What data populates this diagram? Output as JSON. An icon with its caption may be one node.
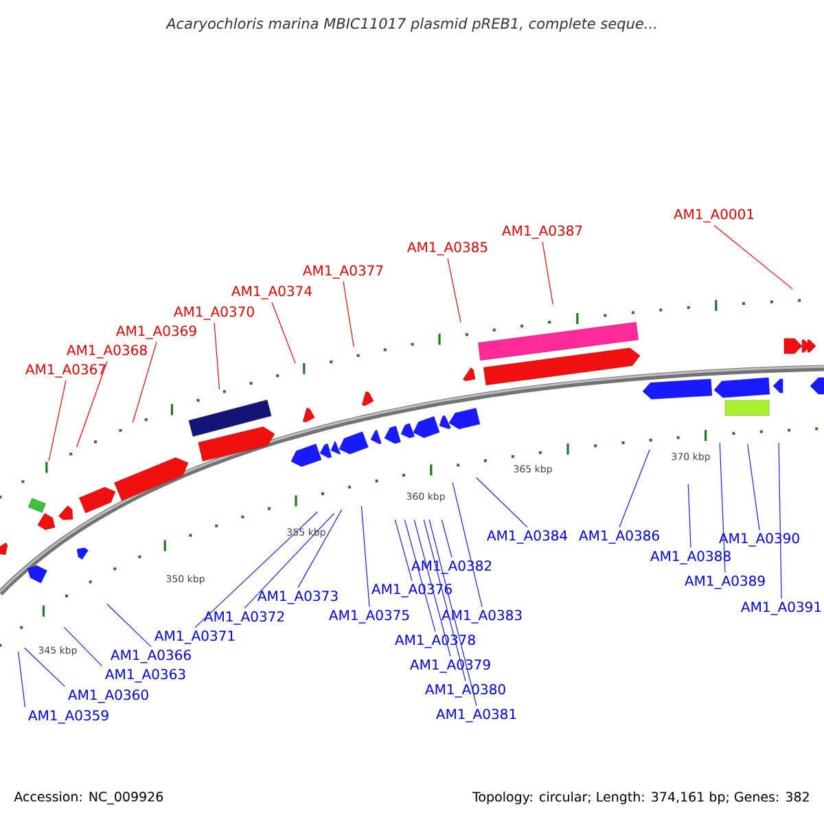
{
  "diagram": {
    "title": "Acaryochloris marina MBIC11017 plasmid pREB1, complete seque...",
    "nodes": [
      {
        "text": [
          "AM1_A0367"
        ]
      },
      {
        "text": [
          "AM1_A0368"
        ]
      },
      {
        "text": [
          "AM1_A0369"
        ]
      },
      {
        "text": [
          "AM1_A0370"
        ]
      },
      {
        "text": [
          "AM1_A0374"
        ]
      },
      {
        "text": [
          "AM1_A0377"
        ]
      },
      {
        "text": [
          "AM1_A0385"
        ]
      },
      {
        "text": [
          "AM1_A0387"
        ]
      },
      {
        "text": [
          "AM1_A0001"
        ]
      },
      {
        "text": [
          "AM1_A0359"
        ]
      },
      {
        "text": [
          "AM1_A0360"
        ]
      },
      {
        "text": [
          "AM1_A0363"
        ]
      },
      {
        "text": [
          "AM1_A0366"
        ]
      },
      {
        "text": [
          "AM1_A0371"
        ]
      },
      {
        "text": [
          "AM1_A0372"
        ]
      },
      {
        "text": [
          "AM1_A0373"
        ]
      },
      {
        "text": [
          "AM1_A0375"
        ]
      },
      {
        "text": [
          "AM1_A0376"
        ]
      },
      {
        "text": [
          "AM1_A0378"
        ]
      },
      {
        "text": [
          "AM1_A0379"
        ]
      },
      {
        "text": [
          "AM1_A0380"
        ]
      },
      {
        "text": [
          "AM1_A0381"
        ]
      },
      {
        "text": [
          "AM1_A0382"
        ]
      },
      {
        "text": [
          "AM1_A0383"
        ]
      },
      {
        "text": [
          "AM1_A0384"
        ]
      },
      {
        "text": [
          "AM1_A0386"
        ]
      },
      {
        "text": [
          "AM1_A0388"
        ]
      },
      {
        "text": [
          "AM1_A0389"
        ]
      },
      {
        "text": [
          "AM1_A0390"
        ]
      },
      {
        "text": [
          "AM1_A0391"
        ]
      }
    ],
    "edges": [
      {
        "from": 0,
        "to": null,
        "arrow": "none",
        "color": "#ff0000"
      },
      {
        "from": 1,
        "to": null,
        "arrow": "none",
        "color": "#ff0000"
      },
      {
        "from": 2,
        "to": null,
        "arrow": "none",
        "color": "#ff0000"
      },
      {
        "from": 3,
        "to": null,
        "arrow": "none",
        "color": "#ff0000"
      },
      {
        "from": 4,
        "to": null,
        "arrow": "none",
        "color": "#ff0000"
      },
      {
        "from": 5,
        "to": null,
        "arrow": "none",
        "color": "#ff0000"
      },
      {
        "from": 6,
        "to": null,
        "arrow": "none",
        "color": "#ff0000"
      },
      {
        "from": 7,
        "to": null,
        "arrow": "none",
        "color": "#ff0000"
      },
      {
        "from": 8,
        "to": null,
        "arrow": "none",
        "color": "#ff0000"
      },
      {
        "from": 9,
        "to": null,
        "arrow": "none"
      },
      {
        "from": 10,
        "to": null,
        "arrow": "none"
      },
      {
        "from": 11,
        "to": null,
        "arrow": "none"
      },
      {
        "from": 12,
        "to": null,
        "arrow": "none"
      },
      {
        "from": 13,
        "to": null,
        "arrow": "none"
      },
      {
        "from": 14,
        "to": null,
        "arrow": "none"
      },
      {
        "from": 15,
        "to": null,
        "arrow": "none"
      },
      {
        "from": 16,
        "to": null,
        "arrow": "none"
      },
      {
        "from": 17,
        "to": null,
        "arrow": "none"
      },
      {
        "from": 18,
        "to": null,
        "arrow": "none"
      },
      {
        "from": 19,
        "to": null,
        "arrow": "none"
      },
      {
        "from": 20,
        "to": null,
        "arrow": "none"
      },
      {
        "from": 21,
        "to": null,
        "arrow": "none"
      },
      {
        "from": 22,
        "to": null,
        "arrow": "none"
      },
      {
        "from": 23,
        "to": null,
        "arrow": "none"
      },
      {
        "from": 24,
        "to": null,
        "arrow": "none"
      },
      {
        "from": 25,
        "to": null,
        "arrow": "none"
      },
      {
        "from": 26,
        "to": null,
        "arrow": "none"
      },
      {
        "from": 27,
        "to": null,
        "arrow": "none"
      },
      {
        "from": 28,
        "to": null,
        "arrow": "none"
      },
      {
        "from": 29,
        "to": null,
        "arrow": "none"
      }
    ],
    "labels": [
      "345 kbp",
      "350 kbp",
      "355 kbp",
      "360 kbp",
      "365 kbp",
      "370 kbp",
      "Accession: NC_009926",
      "Topology: circular; Length: 374,161 bp; Genes: 382"
    ]
  }
}
